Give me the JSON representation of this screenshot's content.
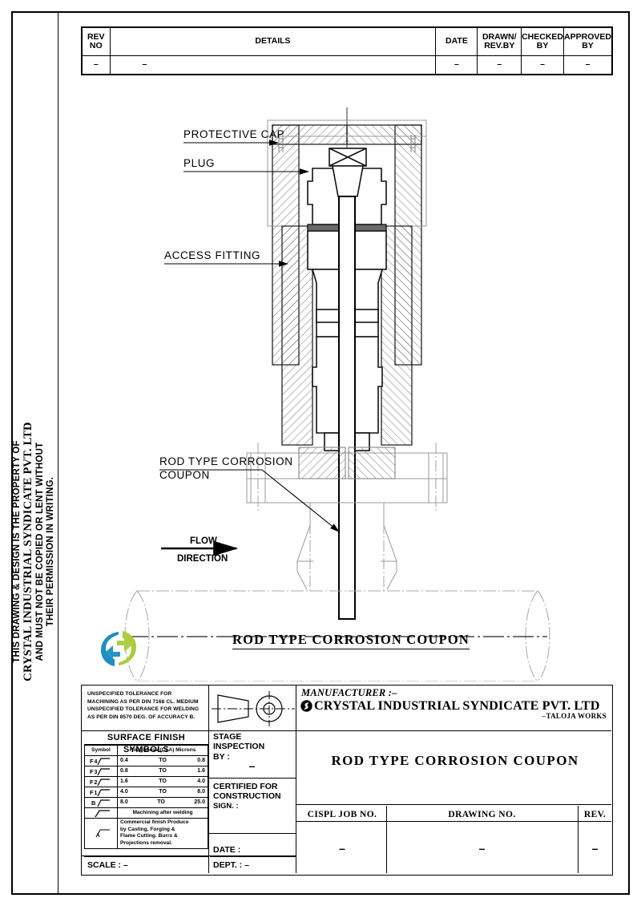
{
  "document": {
    "type": "engineering-drawing",
    "sheet_title": "ROD TYPE CORROSION COUPON"
  },
  "property_notice": {
    "line1": "THIS DRAWING & DESIGN IS THE PROPERTY OF",
    "line2": "CRYSTAL INDUSTRIAL SYNDICATE PVT. LTD",
    "line3": "AND MUST NOT BE COPIED OR LENT WITHOUT",
    "line4": "THEIR PERMISSION IN WRITING."
  },
  "revision_table": {
    "headers": {
      "rev_no": "REV\nNO",
      "rev_no_l1": "REV",
      "rev_no_l2": "NO",
      "details": "DETAILS",
      "date": "DATE",
      "drawn_l1": "DRAWN/",
      "drawn_l2": "REV.BY",
      "checked_l1": "CHECKED",
      "checked_l2": "BY",
      "approved_l1": "APPROVED",
      "approved_l2": "BY"
    },
    "rows": [
      {
        "rev_no": "–",
        "details": "–",
        "date": "–",
        "drawn_by": "–",
        "checked_by": "–",
        "approved_by": "–"
      }
    ]
  },
  "drawing": {
    "annotations": [
      {
        "id": "protective-cap",
        "label": "PROTECTIVE  CAP"
      },
      {
        "id": "plug",
        "label": "PLUG"
      },
      {
        "id": "access-fitting",
        "label": "ACCESS  FITTING"
      },
      {
        "id": "rod-type-corrosion-coupon",
        "label_line1": "ROD  TYPE  CORROSION",
        "label_line2": "COUPON"
      },
      {
        "id": "flow-direction",
        "label_line1": "FLOW",
        "label_line2": "DIRECTION"
      }
    ],
    "view_caption": "ROD  TYPE  CORROSION  COUPON"
  },
  "logo": {
    "name": "crystal-industrial-logo",
    "color_blue": "#1C8FC4",
    "color_green": "#A8CE3B"
  },
  "title_block": {
    "tolerance_note": [
      "UNSPECIFIED  TOLERANCE  FOR",
      "MACHINING AS PER DIN 7168 CL. MEDIUM",
      "UNSPECIFIED  TOLERANCE  FOR  WELDING",
      "AS PER DIN 8570 DEG. OF ACCURACY B."
    ],
    "surface_finish": {
      "title": "SURFACE  FINISH  SYMBOLS",
      "col_symbol": "Symbol",
      "col_roughness": "Roughness (CLA)  Microns",
      "rows": [
        {
          "symbol": "F4",
          "from": "0.4",
          "to": "TO",
          "upper": "0.8"
        },
        {
          "symbol": "F3",
          "from": "0.8",
          "to": "TO",
          "upper": "1.6"
        },
        {
          "symbol": "F2",
          "from": "1.6",
          "to": "TO",
          "upper": "4.0"
        },
        {
          "symbol": "F1",
          "from": "4.0",
          "to": "TO",
          "upper": "8.0"
        },
        {
          "symbol": "B",
          "from": "8.0",
          "to": "TO",
          "upper": "25.0"
        }
      ],
      "note_machining": "Machining  after  welding",
      "note_commercial": [
        "Commercial  finish  Produce",
        "by  Casting,  Forging  &",
        "Flame  Cutting.  Burrs  &",
        "Projections  removal."
      ]
    },
    "scale": {
      "label": "SCALE  :",
      "value": "–"
    },
    "stage_inspection": {
      "line1": "STAGE",
      "line2": "INSPECTION",
      "line3": "BY :",
      "value": "–"
    },
    "certified": {
      "line1": "CERTIFIED  FOR",
      "line2": "CONSTRUCTION",
      "line3": "SIGN. :"
    },
    "date": {
      "label": "DATE :",
      "value": ""
    },
    "dept": {
      "label": "DEPT. :",
      "value": "–"
    },
    "projection": {
      "name": "first-angle-projection-symbol"
    },
    "manufacturer": {
      "label": "MANUFACTURER :–",
      "name": "CRYSTAL INDUSTRIAL SYNDICATE PVT. LTD",
      "works": "–TALOJA WORKS"
    },
    "drawing_title": "ROD  TYPE  CORROSION  COUPON",
    "identification": {
      "headers": {
        "job_no": "CISPL  JOB  NO.",
        "drawing_no": "DRAWING  NO.",
        "rev": "REV."
      },
      "values": {
        "job_no": "–",
        "drawing_no": "–",
        "rev": "–"
      }
    }
  }
}
